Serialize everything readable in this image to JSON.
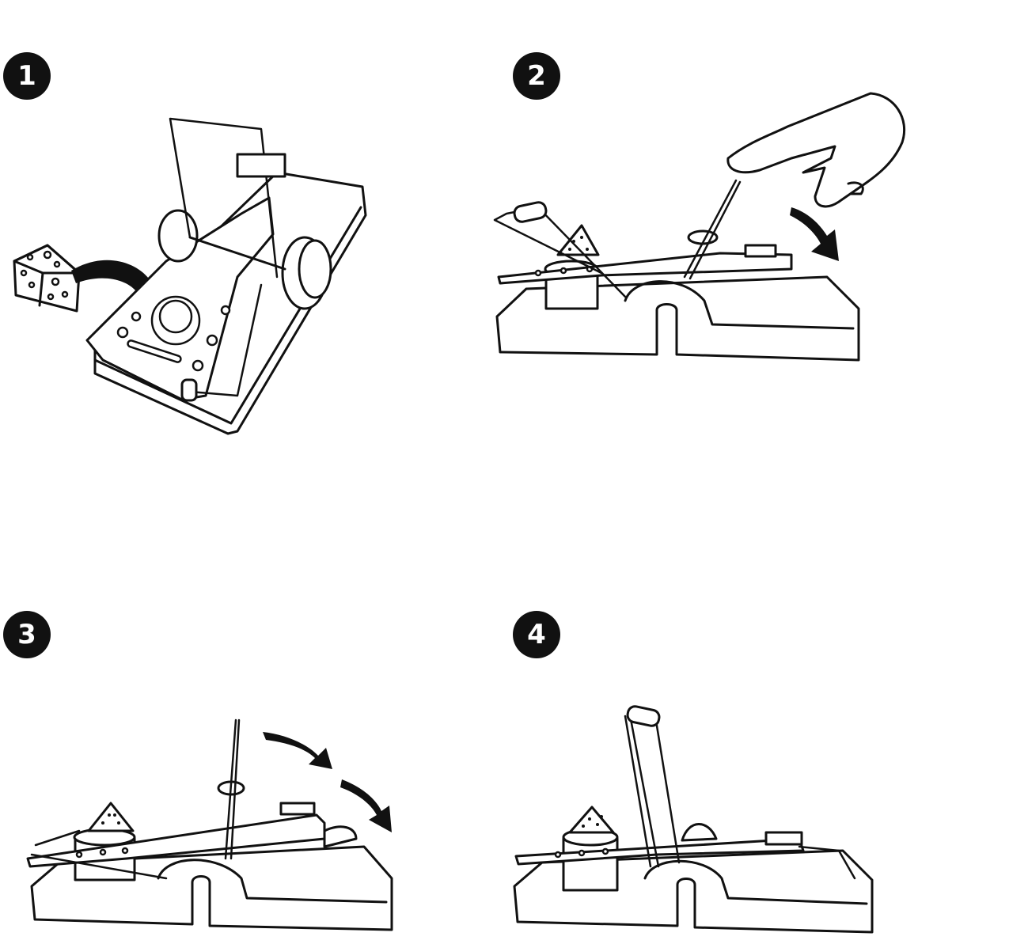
{
  "steps": [
    {
      "number": "1"
    },
    {
      "number": "2"
    },
    {
      "number": "3"
    },
    {
      "number": "4"
    }
  ],
  "colors": {
    "ink": "#111111",
    "background": "#ffffff"
  }
}
